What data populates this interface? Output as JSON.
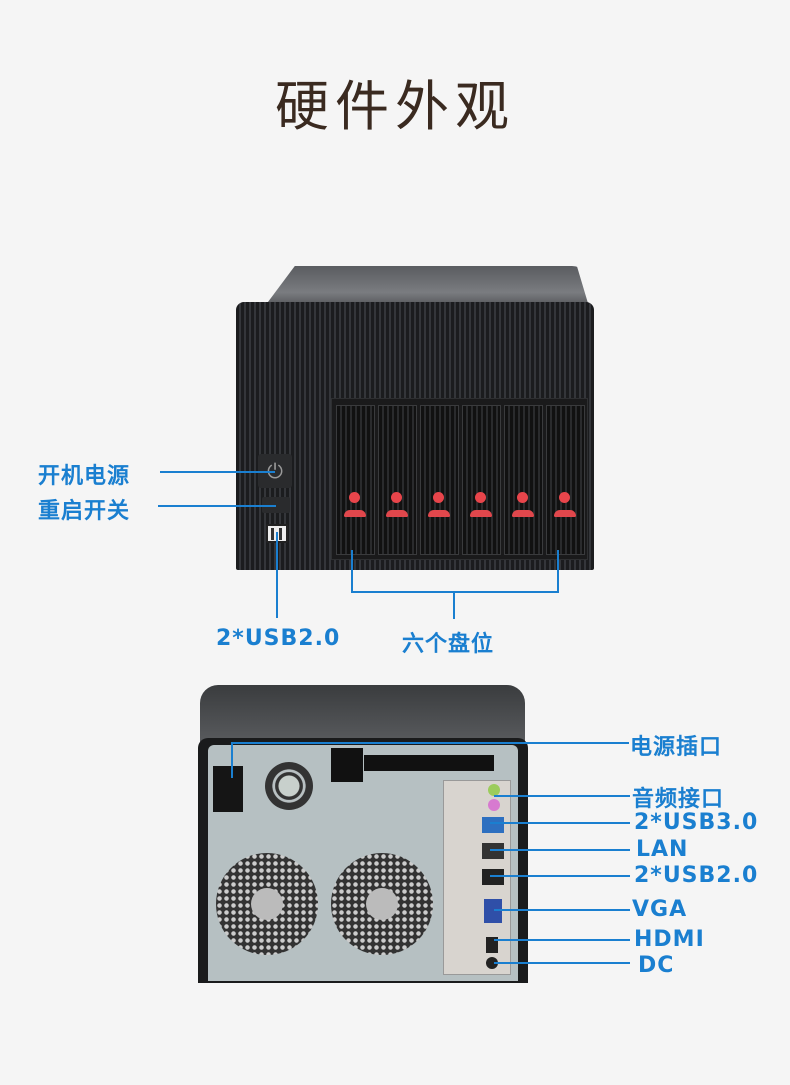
{
  "title": "硬件外观",
  "front": {
    "labels": {
      "power": "开机电源",
      "reset": "重启开关",
      "usb_front": "2*USB2.0",
      "bays": "六个盘位"
    },
    "bay_count": 6,
    "icons": {
      "power": "⏻"
    }
  },
  "rear": {
    "labels": {
      "power_socket": "电源插口",
      "audio": "音频接口",
      "usb3": "2*USB3.0",
      "lan": "LAN",
      "usb2": "2*USB2.0",
      "vga": "VGA",
      "hdmi": "HDMI",
      "dc": "DC"
    }
  },
  "colors": {
    "accent": "#1a7fd0",
    "title": "#3a2a20",
    "background": "#f5f5f5",
    "drive_release": "#e8454b"
  }
}
